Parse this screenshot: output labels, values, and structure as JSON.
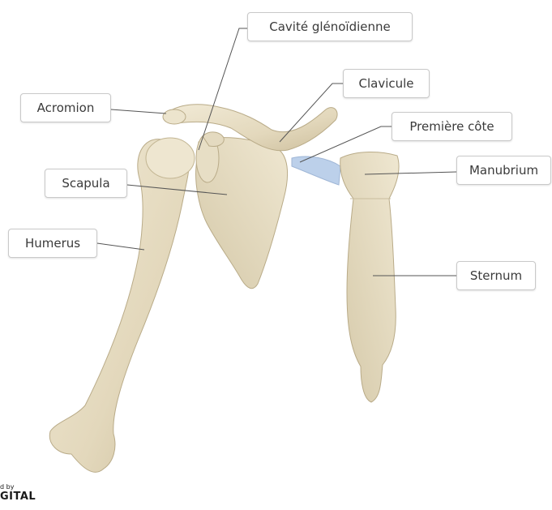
{
  "labels": {
    "glenoid": "Cavité glénoïdienne",
    "clavicle": "Clavicule",
    "acromion": "Acromion",
    "first_rib": "Première côte",
    "manubrium": "Manubrium",
    "scapula": "Scapula",
    "humerus": "Humerus",
    "sternum": "Sternum"
  },
  "branding": {
    "small": "d by",
    "big": "GITAL"
  },
  "colors": {
    "bone": "#e8dfc8",
    "bone_shadow": "#cfc3a3",
    "rib_highlight": "#b9cde8",
    "leader_line": "#555555"
  }
}
